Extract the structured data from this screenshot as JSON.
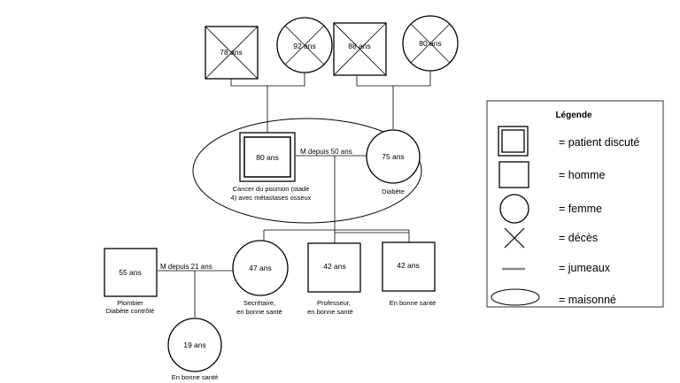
{
  "grandparents": {
    "paternal_grandfather": {
      "age": "78 ans"
    },
    "paternal_grandmother": {
      "age": "92 ans"
    },
    "maternal_grandfather": {
      "age": "88 ans"
    },
    "maternal_grandmother": {
      "age": "80 ans"
    }
  },
  "patient": {
    "age": "80 ans",
    "note_line1": "Cancer du poumon (stade",
    "note_line2": "4) avec métastases osseux"
  },
  "spouse": {
    "age": "75 ans",
    "note": "Diabète"
  },
  "marriage_parents": "M depuis  50 ans",
  "children": {
    "daughter": {
      "age": "47 ans",
      "note_line1": "Secrétaire,",
      "note_line2": "en bonne santé"
    },
    "son1": {
      "age": "42 ans",
      "note_line1": "Professeur,",
      "note_line2": "en bonne santé"
    },
    "son2": {
      "age": "42 ans",
      "note_line1": "En bonne santé"
    }
  },
  "son_in_law": {
    "age": "55 ans",
    "note_line1": "Plombier",
    "note_line2": "Diabète contrôlé"
  },
  "marriage_daughter": "M depuis 21 ans",
  "grandchild": {
    "age": "19 ans",
    "note": "En bonne santé"
  },
  "legend": {
    "title": "Légende",
    "patient": "= patient discuté",
    "male": "= homme",
    "female": "= femme",
    "deceased": "= décès",
    "twins": "= jumeaux",
    "household": "= maisonné"
  }
}
